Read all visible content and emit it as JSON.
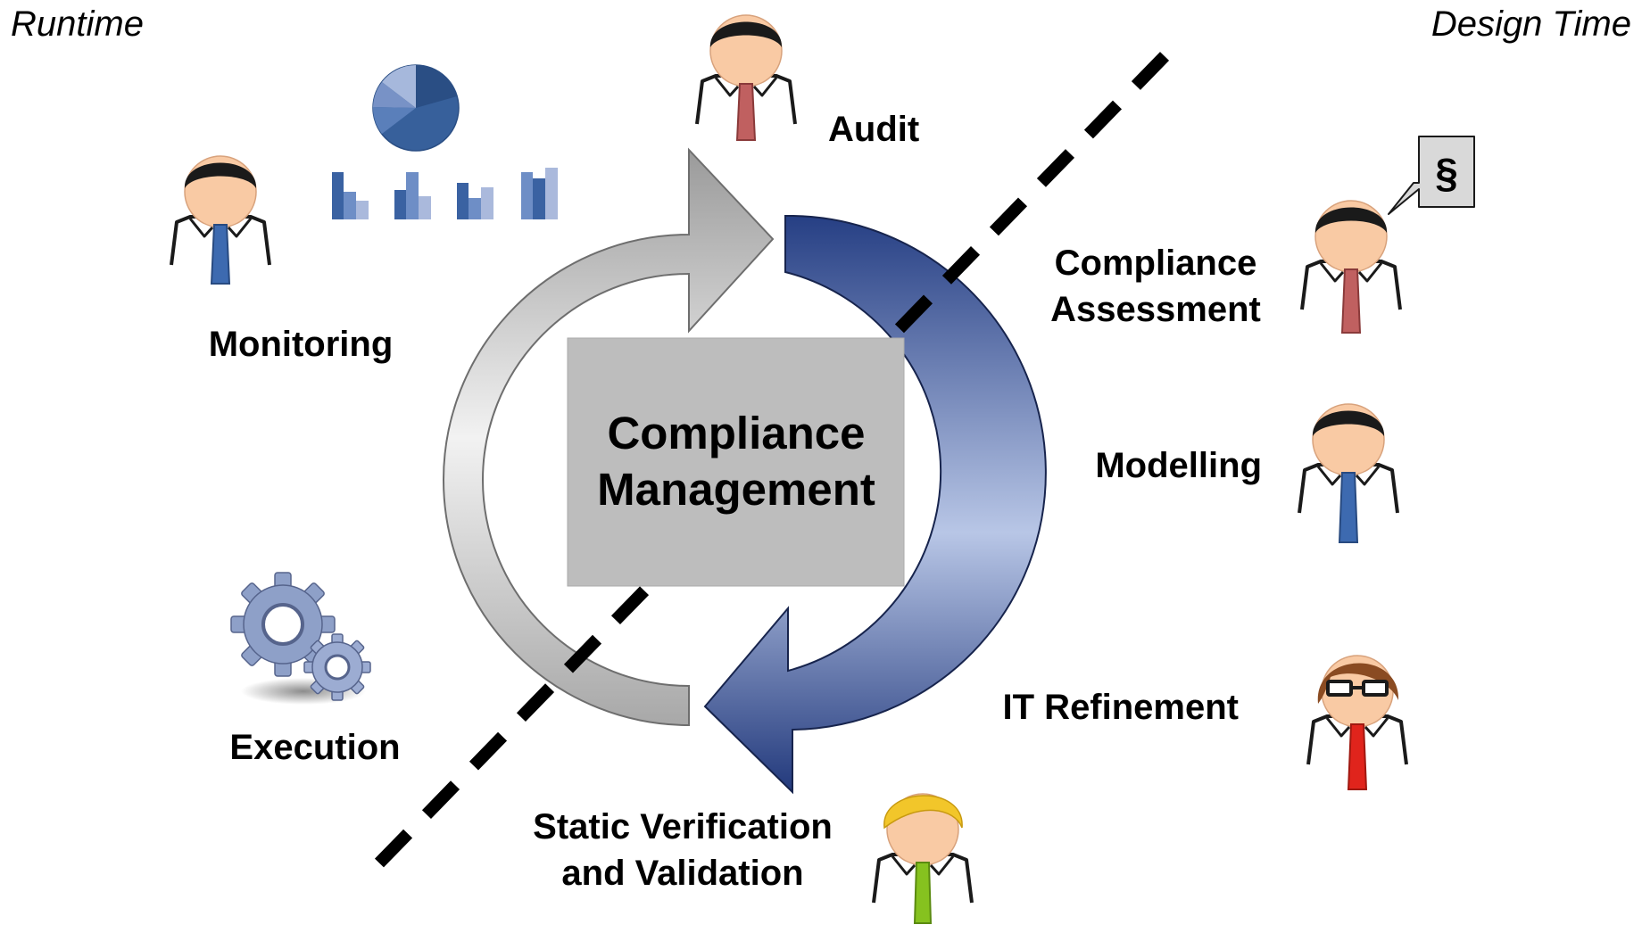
{
  "corner_labels": {
    "left": "Runtime",
    "right": "Design Time"
  },
  "center_box": {
    "line1": "Compliance",
    "line2": "Management"
  },
  "roles": {
    "audit": {
      "label": "Audit"
    },
    "monitoring": {
      "label": "Monitoring"
    },
    "assessment": {
      "line1": "Compliance",
      "line2": "Assessment",
      "bubble_symbol": "§"
    },
    "modelling": {
      "label": "Modelling"
    },
    "it_refinement": {
      "label": "IT Refinement"
    },
    "execution": {
      "label": "Execution"
    },
    "verification": {
      "line1": "Static Verification",
      "line2": "and Validation"
    }
  },
  "colors": {
    "runtime_arrow": "#c8c8c8",
    "design_arrow": "#2d4588",
    "center_box": "#bdbdbd",
    "skin": "#f9caa4",
    "hair_black": "#1a1a1a",
    "hair_brown": "#8a4b22",
    "hair_blonde": "#f2c62a",
    "tie_blue": "#3d6ab0",
    "tie_brick": "#c06060",
    "tie_red": "#e0241c",
    "tie_green": "#86c21f",
    "gear": "#8ea0c8",
    "chart_blue": "#4a6fa8"
  },
  "icons": [
    "person-icon",
    "pie-chart-icon",
    "bar-chart-icon",
    "gears-icon",
    "speech-bubble-icon"
  ]
}
